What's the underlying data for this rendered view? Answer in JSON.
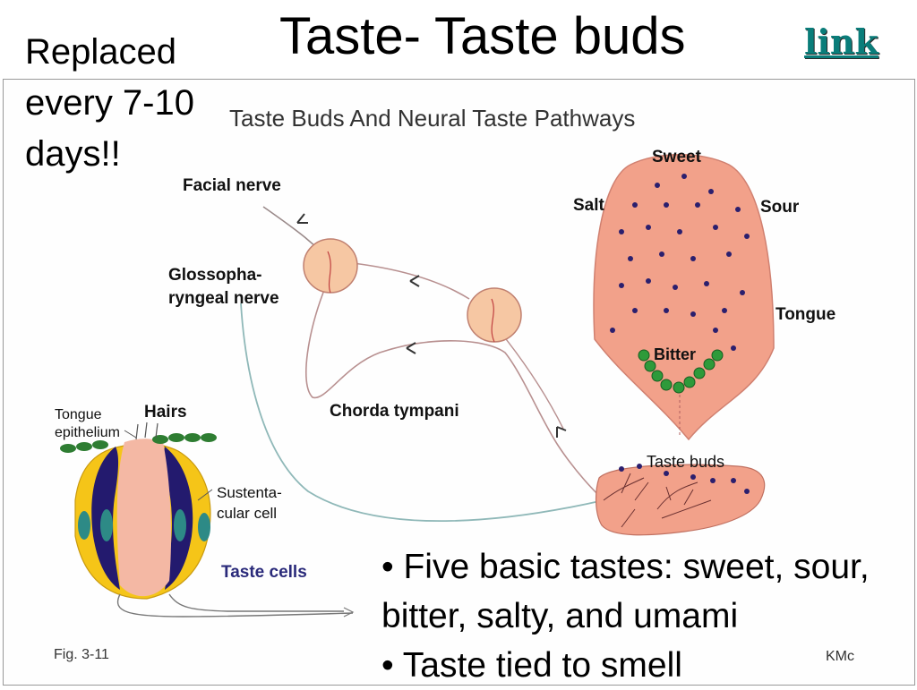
{
  "slide": {
    "title": "Taste- Taste buds",
    "link_label": "link",
    "side_note": "Replaced every 7-10 days!!",
    "bullets": [
      "• Five basic tastes: sweet, sour, bitter, salty, and umami",
      "• Taste tied to smell"
    ]
  },
  "figure": {
    "title": "Taste Buds And Neural Taste Pathways",
    "labels": {
      "facial_nerve": "Facial nerve",
      "glosso_1": "Glossopha-",
      "glosso_2": "ryngeal nerve",
      "chorda": "Chorda tympani",
      "sweet": "Sweet",
      "salt": "Salt",
      "sour": "Sour",
      "tongue": "Tongue",
      "bitter": "Bitter",
      "taste_buds": "Taste buds",
      "tongue_epi_1": "Tongue",
      "tongue_epi_2": "epithelium",
      "hairs": "Hairs",
      "susten_1": "Sustenta-",
      "susten_2": "cular cell",
      "taste_cells": "Taste cells",
      "fig": "Fig. 3-11",
      "credit": "KMc"
    },
    "colors": {
      "tongue": "#f2a18a",
      "ganglion": "#f6c7a3",
      "taste_cell_dark": "#231a6e",
      "taste_cell_yellow": "#f5c518",
      "bitter_bud": "#2e9a3a",
      "nerve_blue": "#8fb8b8",
      "link": "#0a7d7a"
    }
  }
}
